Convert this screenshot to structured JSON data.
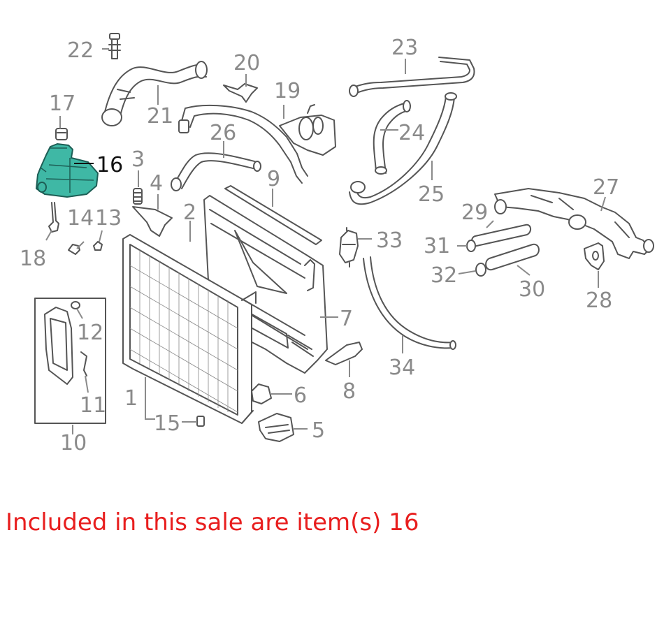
{
  "diagram": {
    "callouts": [
      {
        "id": "1",
        "label": "1"
      },
      {
        "id": "2",
        "label": "2"
      },
      {
        "id": "3",
        "label": "3"
      },
      {
        "id": "4",
        "label": "4"
      },
      {
        "id": "5",
        "label": "5"
      },
      {
        "id": "6",
        "label": "6"
      },
      {
        "id": "7",
        "label": "7"
      },
      {
        "id": "8",
        "label": "8"
      },
      {
        "id": "9",
        "label": "9"
      },
      {
        "id": "10",
        "label": "10"
      },
      {
        "id": "11",
        "label": "11"
      },
      {
        "id": "12",
        "label": "12"
      },
      {
        "id": "13",
        "label": "13"
      },
      {
        "id": "14",
        "label": "14"
      },
      {
        "id": "15",
        "label": "15"
      },
      {
        "id": "16",
        "label": "16"
      },
      {
        "id": "17",
        "label": "17"
      },
      {
        "id": "18",
        "label": "18"
      },
      {
        "id": "19",
        "label": "19"
      },
      {
        "id": "20",
        "label": "20"
      },
      {
        "id": "21",
        "label": "21"
      },
      {
        "id": "22",
        "label": "22"
      },
      {
        "id": "23",
        "label": "23"
      },
      {
        "id": "24",
        "label": "24"
      },
      {
        "id": "25",
        "label": "25"
      },
      {
        "id": "26",
        "label": "26"
      },
      {
        "id": "27",
        "label": "27"
      },
      {
        "id": "28",
        "label": "28"
      },
      {
        "id": "29",
        "label": "29"
      },
      {
        "id": "30",
        "label": "30"
      },
      {
        "id": "31",
        "label": "31"
      },
      {
        "id": "32",
        "label": "32"
      },
      {
        "id": "33",
        "label": "33"
      },
      {
        "id": "34",
        "label": "34"
      }
    ],
    "highlighted_item": "16",
    "highlight_color": "#3fb8a5",
    "label_color": "#8a8a8a",
    "active_label_color": "#111111"
  },
  "caption": {
    "text": "Included in this sale are item(s) 16",
    "color": "#e81e1e"
  }
}
